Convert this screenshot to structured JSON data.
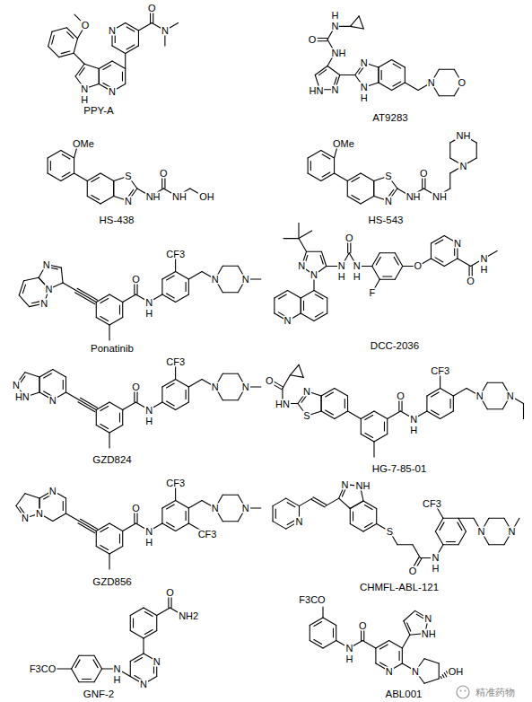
{
  "diagram": {
    "labels": [
      "O",
      "N",
      "O",
      "N",
      "N",
      "N",
      "H",
      "PPY-A",
      "H",
      "N",
      "O",
      "NH",
      "N",
      "N",
      "H",
      "HN",
      "N",
      "N",
      "O",
      "AT9283",
      "OMe",
      "S",
      "N",
      "O",
      "NH",
      "NH",
      "OH",
      "HS-438",
      "OMe",
      "S",
      "N",
      "O",
      "NH",
      "NH",
      "N",
      "NH",
      "HS-543",
      "N",
      "N",
      "N",
      "O",
      "N",
      "H",
      "CF3",
      "N",
      "N",
      "Ponatinib",
      "N",
      "N",
      "N",
      "H",
      "O",
      "N",
      "H",
      "F",
      "O",
      "N",
      "O",
      "N",
      "H",
      "N",
      "DCC-2036",
      "N",
      "HN",
      "N",
      "O",
      "N",
      "H",
      "CF3",
      "N",
      "N",
      "GZD824",
      "N",
      "S",
      "HN",
      "O",
      "O",
      "N",
      "H",
      "CF3",
      "N",
      "N",
      "HG-7-85-01",
      "N",
      "N",
      "N",
      "O",
      "N",
      "H",
      "CF3",
      "CF3",
      "N",
      "N",
      "GZD856",
      "NH",
      "N",
      "N",
      "S",
      "O",
      "N",
      "H",
      "CF3",
      "N",
      "N",
      "CHMFL-ABL-121",
      "O",
      "NH2",
      "N",
      "N",
      "N",
      "H",
      "F3CO",
      "GNF-2",
      "F3CO",
      "N",
      "H",
      "O",
      "N",
      "NH",
      "N",
      "N",
      "OH",
      "ABL001",
      "精准药物"
    ]
  }
}
